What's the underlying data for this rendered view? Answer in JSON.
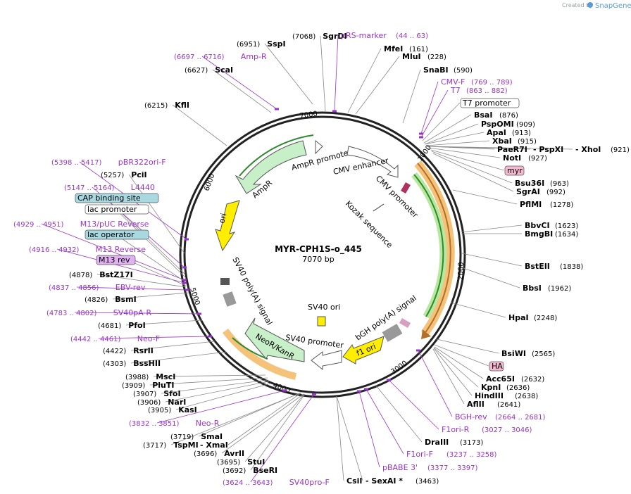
{
  "watermark": {
    "created_by": "Created by",
    "brand": "SnapGene"
  },
  "plasmid": {
    "name": "MYR-CPH1S-o_445",
    "length": "7070 bp"
  },
  "ticks": [
    "1000",
    "2000",
    "3000",
    "4000",
    "5000",
    "6000",
    "7000"
  ],
  "labels": [
    {
      "id": "sgrdi",
      "text": "SgrDI",
      "pos": "(7068)",
      "type": "enzyme"
    },
    {
      "id": "sspi",
      "text": "SspI",
      "pos": "(6951)",
      "type": "enzyme"
    },
    {
      "id": "ampr-primer",
      "text": "Amp-R",
      "pos": "(6697 .. 6716)",
      "type": "primer"
    },
    {
      "id": "scai",
      "text": "ScaI",
      "pos": "(6627)",
      "type": "enzyme"
    },
    {
      "id": "kfli",
      "text": "KflI",
      "pos": "(6215)",
      "type": "enzyme"
    },
    {
      "id": "pbr322",
      "text": "pBR322ori-F",
      "pos": "(5398 .. 5417)",
      "type": "primer"
    },
    {
      "id": "pcii",
      "text": "PciI",
      "pos": "(5257)",
      "type": "enzyme"
    },
    {
      "id": "l4440",
      "text": "L4440",
      "pos": "(5147 .. 5164)",
      "type": "primer"
    },
    {
      "id": "cap",
      "text": "CAP binding site",
      "pos": "",
      "type": "feature-blue"
    },
    {
      "id": "lacprom",
      "text": "lac promoter",
      "pos": "",
      "type": "feature-white"
    },
    {
      "id": "m13puc",
      "text": "M13/pUC Reverse",
      "pos": "(4929 .. 4951)",
      "type": "primer"
    },
    {
      "id": "lacop",
      "text": "lac operator",
      "pos": "",
      "type": "feature-blue"
    },
    {
      "id": "m13rev",
      "text": "M13 Reverse",
      "pos": "(4916 .. 4932)",
      "type": "primer"
    },
    {
      "id": "m13revbox",
      "text": "M13 rev",
      "pos": "",
      "type": "feature-purple"
    },
    {
      "id": "bstz17i",
      "text": "BstZ17I",
      "pos": "(4878)",
      "type": "enzyme"
    },
    {
      "id": "ebvrev",
      "text": "EBV-rev",
      "pos": "(4837 .. 4856)",
      "type": "primer"
    },
    {
      "id": "bsmi",
      "text": "BsmI",
      "pos": "(4826)",
      "type": "enzyme"
    },
    {
      "id": "sv40pa",
      "text": "SV40pA-R",
      "pos": "(4783 .. 4802)",
      "type": "primer"
    },
    {
      "id": "pfoi",
      "text": "PfoI",
      "pos": "(4681)",
      "type": "enzyme"
    },
    {
      "id": "neof",
      "text": "Neo-F",
      "pos": "(4442 .. 4461)",
      "type": "primer"
    },
    {
      "id": "rsrii",
      "text": "RsrII",
      "pos": "(4422)",
      "type": "enzyme"
    },
    {
      "id": "bsshii",
      "text": "BssHII",
      "pos": "(4303)",
      "type": "enzyme"
    },
    {
      "id": "msci",
      "text": "MscI",
      "pos": "(3988)",
      "type": "enzyme"
    },
    {
      "id": "plut1",
      "text": "PluTI",
      "pos": "(3909)",
      "type": "enzyme"
    },
    {
      "id": "sfoi",
      "text": "SfoI",
      "pos": "(3907)",
      "type": "enzyme"
    },
    {
      "id": "nari",
      "text": "NarI",
      "pos": "(3906)",
      "type": "enzyme"
    },
    {
      "id": "kasi",
      "text": "KasI",
      "pos": "(3905)",
      "type": "enzyme"
    },
    {
      "id": "neor",
      "text": "Neo-R",
      "pos": "(3832 .. 3851)",
      "type": "primer"
    },
    {
      "id": "smai",
      "text": "SmaI",
      "pos": "(3719)",
      "type": "enzyme"
    },
    {
      "id": "tspmi",
      "text": "TspMI",
      "pos": "(3717)",
      "type": "enzyme"
    },
    {
      "id": "xmai",
      "text": "- XmaI",
      "pos": "",
      "type": "enzyme"
    },
    {
      "id": "avrii",
      "text": "AvrII",
      "pos": "(3696)",
      "type": "enzyme"
    },
    {
      "id": "stui",
      "text": "StuI",
      "pos": "(3695)",
      "type": "enzyme"
    },
    {
      "id": "bseri",
      "text": "BseRI",
      "pos": "(3692)",
      "type": "enzyme"
    },
    {
      "id": "sv40pro",
      "text": "SV40pro-F",
      "pos": "(3624 .. 3643)",
      "type": "primer"
    },
    {
      "id": "csii",
      "text": "CsiI",
      "pos": "",
      "type": "enzyme"
    },
    {
      "id": "sexai",
      "text": "- SexAI *",
      "pos": "(3463)",
      "type": "enzyme"
    },
    {
      "id": "pbabe",
      "text": "pBABE 3'",
      "pos": "(3377 .. 3397)",
      "type": "primer"
    },
    {
      "id": "f1orif",
      "text": "F1ori-F",
      "pos": "(3237 .. 3258)",
      "type": "primer"
    },
    {
      "id": "draiii",
      "text": "DraIII",
      "pos": "(3173)",
      "type": "enzyme"
    },
    {
      "id": "f1orir",
      "text": "F1ori-R",
      "pos": "(3027 .. 3046)",
      "type": "primer"
    },
    {
      "id": "bghrev",
      "text": "BGH-rev",
      "pos": "(2664 .. 2681)",
      "type": "primer"
    },
    {
      "id": "afliii",
      "text": "AflII",
      "pos": "(2641)",
      "type": "enzyme"
    },
    {
      "id": "hindiii",
      "text": "HindIII",
      "pos": "(2638)",
      "type": "enzyme"
    },
    {
      "id": "kpni",
      "text": "KpnI",
      "pos": "(2636)",
      "type": "enzyme"
    },
    {
      "id": "acc65i",
      "text": "Acc65I",
      "pos": "(2632)",
      "type": "enzyme"
    },
    {
      "id": "ha",
      "text": "HA",
      "pos": "",
      "type": "feature-pink"
    },
    {
      "id": "bsiwi",
      "text": "BsiWI",
      "pos": "(2565)",
      "type": "enzyme"
    },
    {
      "id": "hpai",
      "text": "HpaI",
      "pos": "(2248)",
      "type": "enzyme"
    },
    {
      "id": "bbsi",
      "text": "BbsI",
      "pos": "(1962)",
      "type": "enzyme"
    },
    {
      "id": "bsteii",
      "text": "BstEII",
      "pos": "(1838)",
      "type": "enzyme"
    },
    {
      "id": "bmgbi",
      "text": "BmgBI",
      "pos": "(1634)",
      "type": "enzyme"
    },
    {
      "id": "bbvci",
      "text": "BbvCI",
      "pos": "(1623)",
      "type": "enzyme"
    },
    {
      "id": "pflmi",
      "text": "PflMI",
      "pos": "(1278)",
      "type": "enzyme"
    },
    {
      "id": "sgrai",
      "text": "SgrAI",
      "pos": "(992)",
      "type": "enzyme"
    },
    {
      "id": "bsu36i",
      "text": "Bsu36I",
      "pos": "(963)",
      "type": "enzyme"
    },
    {
      "id": "myr",
      "text": "myr",
      "pos": "",
      "type": "feature-pink"
    },
    {
      "id": "noti",
      "text": "NotI",
      "pos": "(927)",
      "type": "enzyme"
    },
    {
      "id": "paer7i",
      "text": "PaeR7I",
      "pos": "",
      "type": "enzyme"
    },
    {
      "id": "pspxi",
      "text": "- PspXI",
      "pos": "",
      "type": "enzyme"
    },
    {
      "id": "xhoi",
      "text": "- XhoI",
      "pos": "(921)",
      "type": "enzyme"
    },
    {
      "id": "xbai",
      "text": "XbaI",
      "pos": "(915)",
      "type": "enzyme"
    },
    {
      "id": "apai",
      "text": "ApaI",
      "pos": "(913)",
      "type": "enzyme"
    },
    {
      "id": "pspomi",
      "text": "PspOMI",
      "pos": "(909)",
      "type": "enzyme"
    },
    {
      "id": "bsai",
      "text": "BsaI",
      "pos": "(876)",
      "type": "enzyme"
    },
    {
      "id": "t7prom",
      "text": "T7 promoter",
      "pos": "",
      "type": "feature-white"
    },
    {
      "id": "t7",
      "text": "T7",
      "pos": "(863 .. 882)",
      "type": "primer"
    },
    {
      "id": "cmvf",
      "text": "CMV-F",
      "pos": "(769 .. 789)",
      "type": "primer"
    },
    {
      "id": "snabi",
      "text": "SnaBI",
      "pos": "(590)",
      "type": "enzyme"
    },
    {
      "id": "mlui",
      "text": "MluI",
      "pos": "(228)",
      "type": "enzyme"
    },
    {
      "id": "mfei",
      "text": "MfeI",
      "pos": "(161)",
      "type": "enzyme"
    },
    {
      "id": "prsmarker",
      "text": "pRS-marker",
      "pos": "(44 .. 63)",
      "type": "primer"
    }
  ],
  "features": {
    "ampr_promoter": "AmpR promoter",
    "ampr": "AmpR",
    "ori": "ori",
    "cmv_enhancer": "CMV enhancer",
    "cmv_promoter": "CMV promoter",
    "kozak": "Kozak sequence",
    "sv40_polya": "SV40 poly(A) signal",
    "sv40_ori": "SV40 ori",
    "sv40_promoter": "SV40 promoter",
    "neor_kanr": "NeoR/KanR",
    "bgh_polya": "bGH poly(A) signal",
    "f1_ori": "f1 ori"
  },
  "colors": {
    "primer": "#9a33c8",
    "backbone": "#222222",
    "ampr_fill": "#c8f0c8",
    "ori_fill": "#ffee00",
    "orf_orange": "#f5c27a",
    "orf_green": "#b8e8a0",
    "pink_box": "#f4b8d0",
    "blue_box": "#a8d8e0",
    "purple_box": "#e0b0f0"
  }
}
